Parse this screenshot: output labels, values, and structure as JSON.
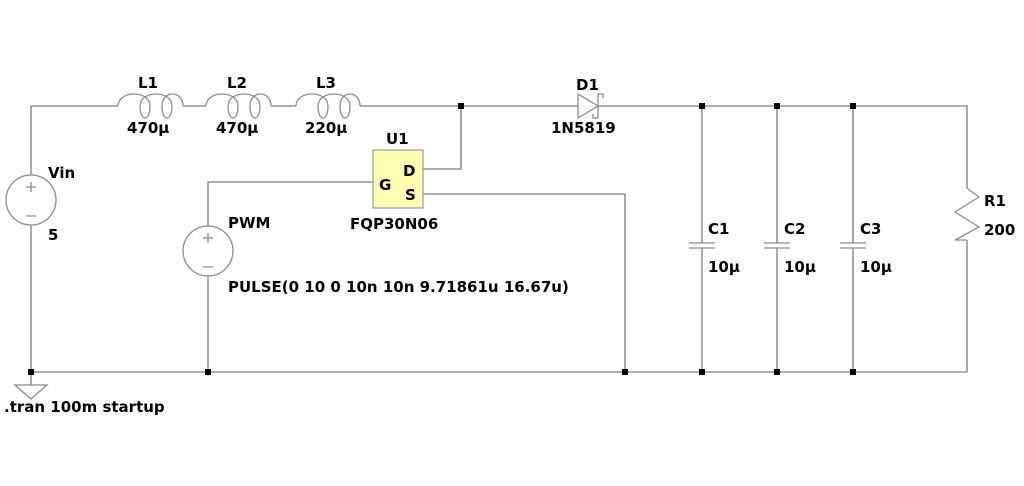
{
  "components": {
    "vin": {
      "name": "Vin",
      "value": "5"
    },
    "l1": {
      "name": "L1",
      "value": "470µ"
    },
    "l2": {
      "name": "L2",
      "value": "470µ"
    },
    "l3": {
      "name": "L3",
      "value": "220µ"
    },
    "u1": {
      "name": "U1",
      "value": "FQP30N06",
      "pin_g": "G",
      "pin_d": "D",
      "pin_s": "S",
      "fill": "#ffffb3"
    },
    "pwm": {
      "name": "PWM",
      "value": "PULSE(0 10 0 10n 10n 9.71861u 16.67u)"
    },
    "d1": {
      "name": "D1",
      "value": "1N5819"
    },
    "c1": {
      "name": "C1",
      "value": "10µ"
    },
    "c2": {
      "name": "C2",
      "value": "10µ"
    },
    "c3": {
      "name": "C3",
      "value": "10µ"
    },
    "r1": {
      "name": "R1",
      "value": "200"
    }
  },
  "directive": ".tran 100m startup"
}
